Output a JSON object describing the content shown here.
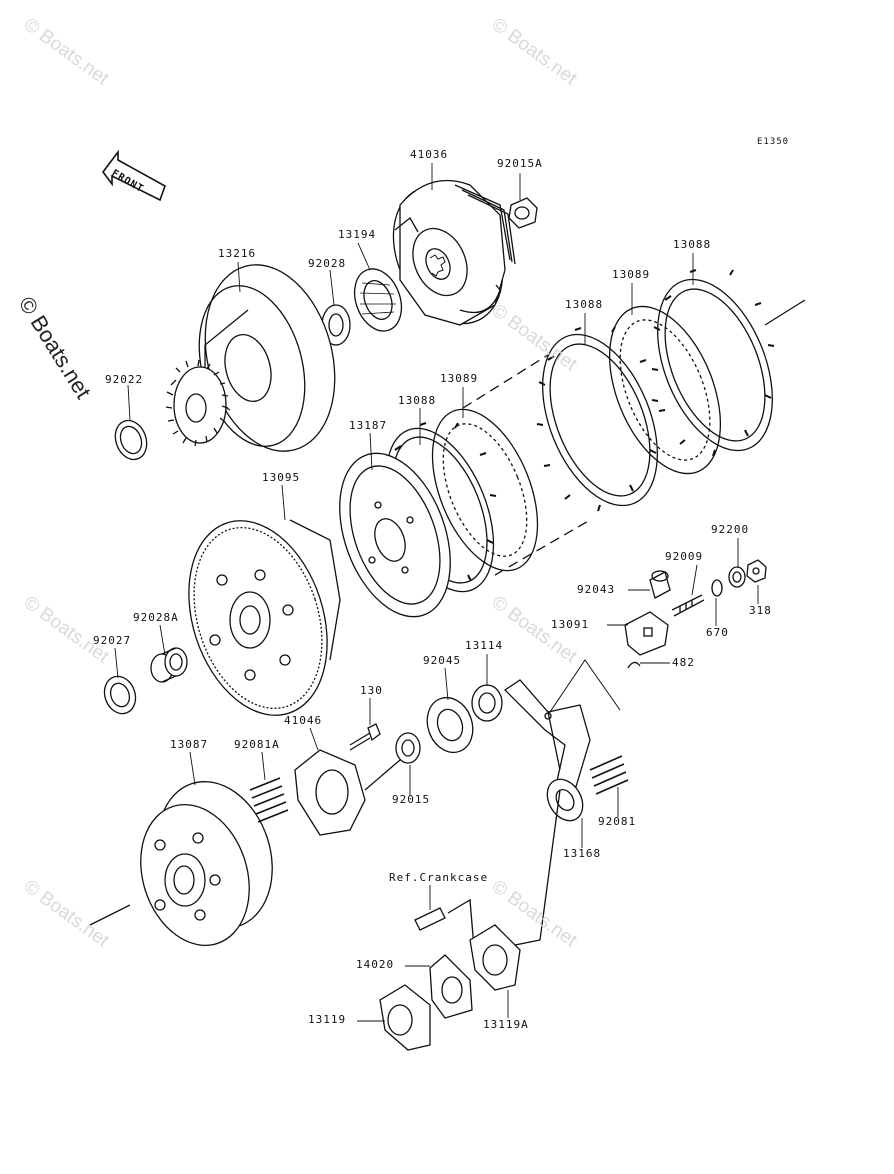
{
  "diagram": {
    "code": "E1350",
    "front_label": "FRONT",
    "watermark": "© Boats.net",
    "reference_label": "Ref.Crankcase",
    "parts": [
      {
        "id": "p41036",
        "number": "41036"
      },
      {
        "id": "p92015A",
        "number": "92015A"
      },
      {
        "id": "p13194",
        "number": "13194"
      },
      {
        "id": "p13216",
        "number": "13216"
      },
      {
        "id": "p92028",
        "number": "92028"
      },
      {
        "id": "p13088a",
        "number": "13088"
      },
      {
        "id": "p13089a",
        "number": "13089"
      },
      {
        "id": "p13088b",
        "number": "13088"
      },
      {
        "id": "p92022",
        "number": "92022"
      },
      {
        "id": "p13089b",
        "number": "13089"
      },
      {
        "id": "p13088c",
        "number": "13088"
      },
      {
        "id": "p13187",
        "number": "13187"
      },
      {
        "id": "p13095",
        "number": "13095"
      },
      {
        "id": "p92200",
        "number": "92200"
      },
      {
        "id": "p92009",
        "number": "92009"
      },
      {
        "id": "p92043",
        "number": "92043"
      },
      {
        "id": "p13091",
        "number": "13091"
      },
      {
        "id": "p670",
        "number": "670"
      },
      {
        "id": "p318",
        "number": "318"
      },
      {
        "id": "p92028A",
        "number": "92028A"
      },
      {
        "id": "p92027",
        "number": "92027"
      },
      {
        "id": "p13114",
        "number": "13114"
      },
      {
        "id": "p92045",
        "number": "92045"
      },
      {
        "id": "p482",
        "number": "482"
      },
      {
        "id": "p130",
        "number": "130"
      },
      {
        "id": "p41046",
        "number": "41046"
      },
      {
        "id": "p13087",
        "number": "13087"
      },
      {
        "id": "p92081A",
        "number": "92081A"
      },
      {
        "id": "p92015",
        "number": "92015"
      },
      {
        "id": "p92081",
        "number": "92081"
      },
      {
        "id": "p13168",
        "number": "13168"
      },
      {
        "id": "p14020",
        "number": "14020"
      },
      {
        "id": "p13119",
        "number": "13119"
      },
      {
        "id": "p13119A",
        "number": "13119A"
      }
    ]
  }
}
